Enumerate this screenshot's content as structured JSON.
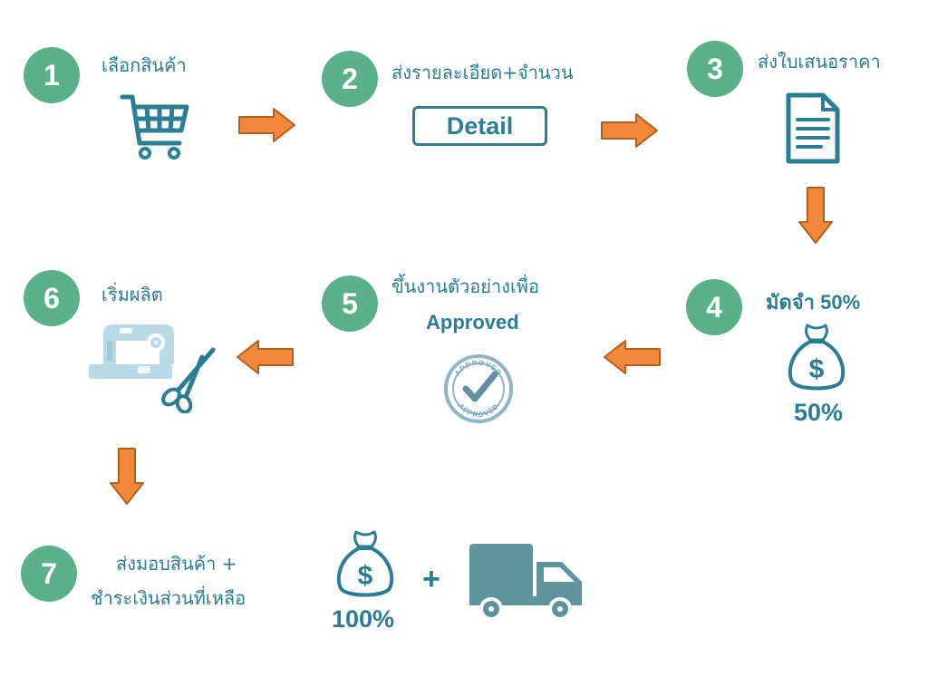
{
  "steps": [
    {
      "number": "1",
      "label": "เลือกสินค้า",
      "icon": "shopping-cart-icon"
    },
    {
      "number": "2",
      "label": "ส่งรายละเอียด+จำนวน",
      "box_text": "Detail"
    },
    {
      "number": "3",
      "label": "ส่งใบเสนอราคา",
      "icon": "document-icon"
    },
    {
      "number": "4",
      "label": "มัดจำ 50%",
      "icon": "money-bag-icon",
      "percent": "50%"
    },
    {
      "number": "5",
      "label": "ขึ้นงานตัวอย่างเพื่อ",
      "sub_label": "Approved",
      "icon": "approved-stamp-icon",
      "stamp_text": "APPROVED"
    },
    {
      "number": "6",
      "label": "เริ่มผลิต",
      "icon": "sewing-machine-icon"
    },
    {
      "number": "7",
      "label_line1": "ส่งมอบสินค้า +",
      "label_line2": "ชำระเงินส่วนที่เหลือ",
      "icon": "money-bag-icon",
      "percent": "100%",
      "plus": "+",
      "icon2": "delivery-truck-icon"
    }
  ],
  "money_symbol": "$",
  "colors": {
    "step_circle": "#5ab08a",
    "text": "#2a7d93",
    "arrow": "#f0883a",
    "arrow_border": "#b2601f",
    "icon_teal": "#2a7d93",
    "truck": "#5e949c",
    "sewing_machine": "#b7dbe6"
  }
}
